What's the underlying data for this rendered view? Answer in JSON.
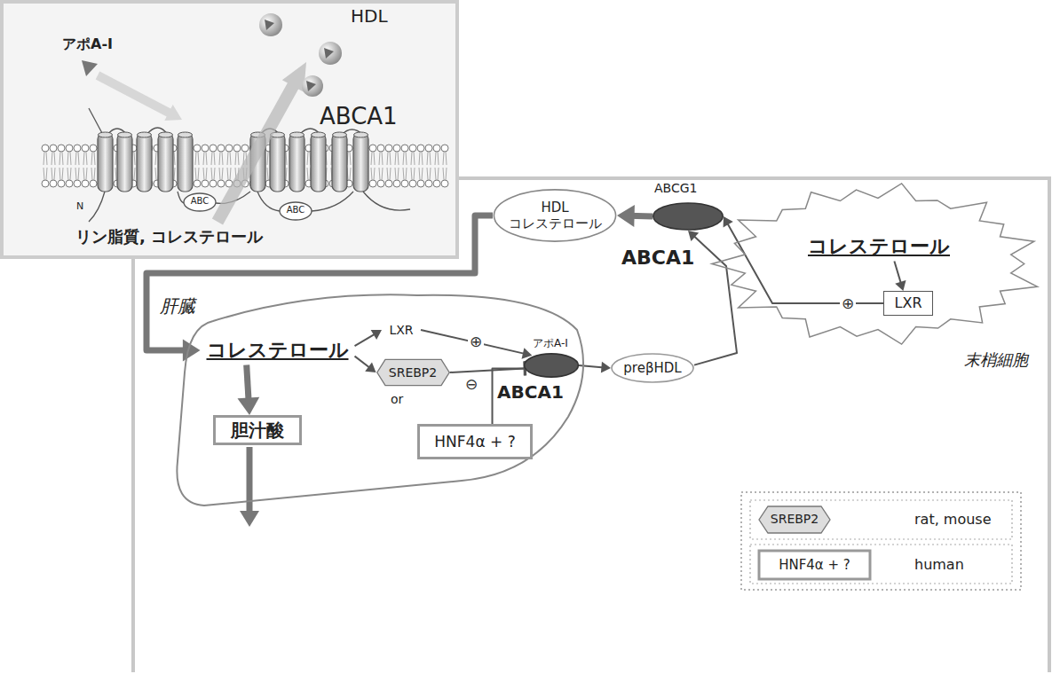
{
  "diagram": {
    "nodes": [
      {
        "text": [
          "末梢細胞"
        ]
      },
      {
        "text": [
          "コレステロール"
        ],
        "in": 0
      },
      {
        "text": [
          "LXR"
        ],
        "in": 0
      },
      {
        "text": [
          "ABCG1",
          "ABCA1"
        ]
      },
      {
        "text": [
          "HDL コレステロール"
        ]
      },
      {
        "text": [
          "肝臓"
        ]
      },
      {
        "text": [
          "コレステロール"
        ],
        "in": 5
      },
      {
        "text": [
          "LXR"
        ],
        "in": 5
      },
      {
        "text": [
          "SREBP2"
        ],
        "in": 5
      },
      {
        "text": [
          "HNF4α + ?"
        ],
        "in": 5
      },
      {
        "text": [
          "アポA-I",
          "ABCA1"
        ],
        "in": 5
      },
      {
        "text": [
          "preβHDL"
        ]
      },
      {
        "text": [
          "胆汁酸"
        ],
        "in": 5
      }
    ],
    "edges": [
      {
        "from": 3,
        "to": 4,
        "arrow": "to"
      },
      {
        "from": 1,
        "to": 2,
        "arrow": "to"
      },
      {
        "from": 2,
        "to": 3,
        "label": "⊕",
        "arrow": "to"
      },
      {
        "from": 4,
        "to": 6,
        "arrow": "to"
      },
      {
        "from": 6,
        "to": 7,
        "arrow": "to"
      },
      {
        "from": 6,
        "to": 8,
        "arrow": "to"
      },
      {
        "from": 7,
        "to": 10,
        "label": "⊕",
        "arrow": "to"
      },
      {
        "from": 8,
        "to": 10,
        "label": "⊖",
        "arrow": "to"
      },
      {
        "from": 9,
        "to": 10,
        "arrow": "to"
      },
      {
        "from": 10,
        "to": 11,
        "arrow": "to"
      },
      {
        "from": 11,
        "to": 3,
        "arrow": "to"
      },
      {
        "from": 6,
        "to": 12,
        "arrow": "to"
      }
    ],
    "labels": [
      "アポA-I",
      "HDL",
      "ABCA1",
      "ABC",
      "ABC",
      "N",
      "リン脂質, コレステロール",
      "or",
      "SREBP2",
      "HNF4α + ?"
    ],
    "legend": [
      {
        "text": "rat, mouse"
      },
      {
        "text": "human"
      }
    ]
  }
}
